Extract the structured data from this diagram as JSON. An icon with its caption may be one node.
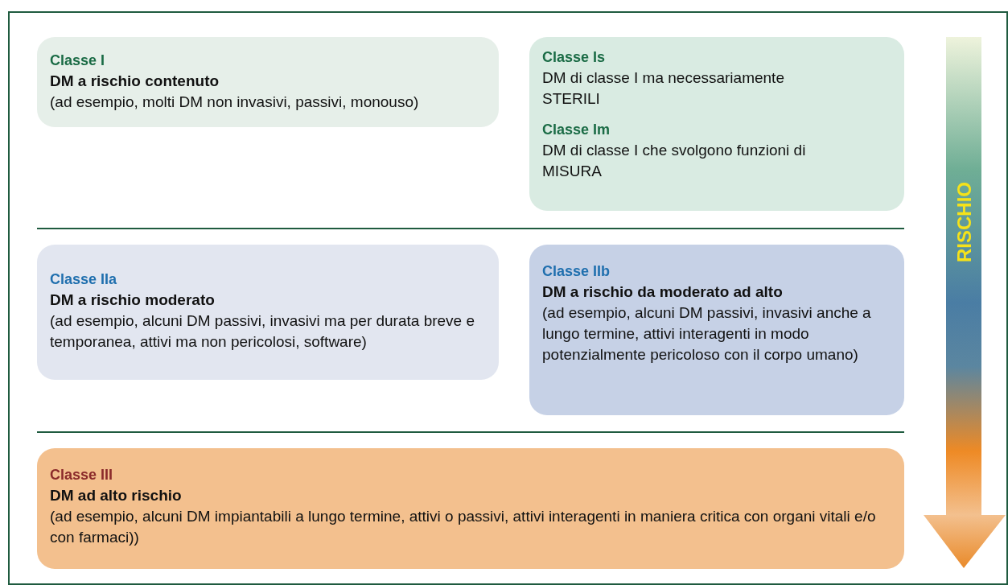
{
  "diagram": {
    "nodes": [
      {
        "text": [
          "Classe I",
          "DM a rischio contenuto",
          "(ad esempio, molti DM non invasivi, passivi, monouso)"
        ]
      },
      {
        "text": [
          "Classe Is",
          "DM di classe I ma necessariamente STERILI",
          "Classe Im",
          "DM di classe I che svolgono funzioni di MISURA"
        ]
      },
      {
        "text": [
          "Classe IIa",
          "DM a rischio moderato",
          "(ad esempio, alcuni DM passivi, invasivi ma per durata breve e temporanea, attivi ma non pericolosi, software)"
        ]
      },
      {
        "text": [
          "Classe IIb",
          "DM a rischio da moderato ad alto",
          "(ad esempio, alcuni DM passivi, invasivi anche a lungo termine, attivi interagenti in modo potenzialmente pericoloso con il corpo umano)"
        ]
      },
      {
        "text": [
          "Classe III",
          "DM ad alto rischio",
          "(ad esempio, alcuni DM impiantabili a lungo termine, attivi o passivi, attivi interagenti in maniera critica con organi vitali e/o con farmaci))"
        ]
      },
      {
        "text": [
          "RISCHIO"
        ]
      }
    ],
    "edges": []
  }
}
